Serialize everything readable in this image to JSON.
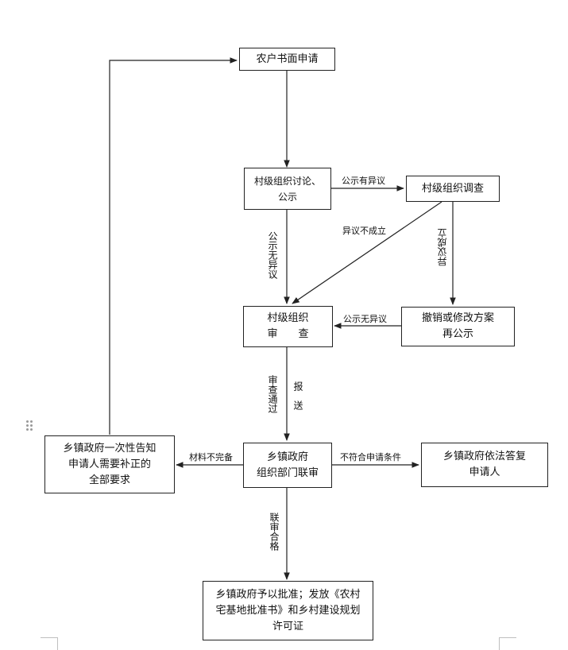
{
  "nodes": {
    "application": "农户书面申请",
    "village_discussion": "村级组织讨论、\n公示",
    "village_investigation": "村级组织调查",
    "village_review": "村级组织\n审　　查",
    "revoke_modify": "撤销或修改方案\n再公示",
    "township_joint_review": "乡镇政府\n组织部门联审",
    "township_notify": "乡镇政府一次性告知\n申请人需要补正的\n全部要求",
    "township_reply": "乡镇政府依法答复\n申请人",
    "township_approval": "乡镇政府予以批准；发放《农村\n宅基地批准书》和乡村建设规划\n许可证"
  },
  "edges": {
    "objection": "公示有异议",
    "objection_invalid": "异议不成立",
    "no_objection_vertical": "公示无异议",
    "objection_valid": "异议成立",
    "no_objection_horizontal": "公示无异议",
    "review_passed": "审查通过",
    "submit": "报　送",
    "materials_incomplete": "材料不完备",
    "not_eligible": "不符合申请条件",
    "joint_passed": "联审合格"
  },
  "colors": {
    "line": "#222222",
    "border": "#222222",
    "handle": "#9a9a9a",
    "page_corner": "#bfbfbf"
  },
  "icons": {
    "drag_handle": "drag-handle-icon"
  }
}
